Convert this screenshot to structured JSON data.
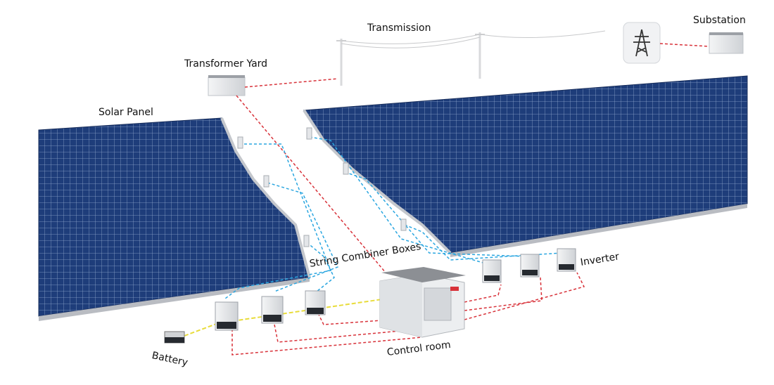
{
  "labels": {
    "transmission": "Transmission",
    "substation": "Substation",
    "transformer_yard": "Transformer Yard",
    "solar_panel": "Solar Panel",
    "string_combiner_boxes": "String Combiner Boxes",
    "inverter": "Inverter",
    "control_room": "Control room",
    "battery": "Battery"
  },
  "colors": {
    "panel_fill": "#1e3d7a",
    "panel_grid": "#8fa6cc",
    "ac_line": "#d8323a",
    "dc_line": "#2aa6e0",
    "battery_line": "#e8dc3a",
    "equipment": "#e9eaec",
    "equipment_dark": "#262a30",
    "control_roof": "#8c8f94"
  },
  "icons": [
    "transmission-tower-icon"
  ]
}
